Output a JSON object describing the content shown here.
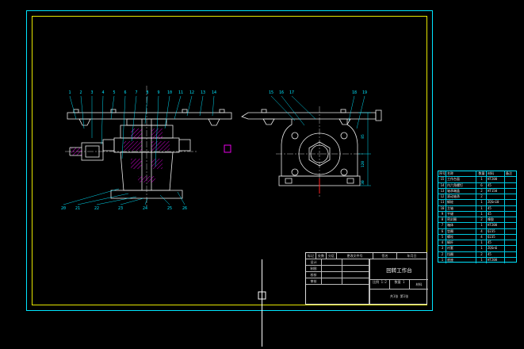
{
  "colors": {
    "background": "#000000",
    "frame_outer": "#00e5ff",
    "frame_inner": "#e6e600",
    "geometry": "#ececec",
    "callout": "#00e5ff",
    "hatch": "#ff00ff",
    "highlight": "#ff2020"
  },
  "callouts": {
    "top_left": [
      "1",
      "2",
      "3",
      "4",
      "5",
      "6",
      "7",
      "8",
      "9",
      "10",
      "11",
      "12",
      "13",
      "14"
    ],
    "top_right": [
      "15",
      "16",
      "17",
      "18",
      "19"
    ],
    "bottom_left": [
      "20",
      "21",
      "22",
      "23",
      "24",
      "25",
      "26"
    ]
  },
  "dimensions": {
    "right_view": [
      "85",
      "120",
      "30"
    ]
  },
  "bom": {
    "headers": [
      "序号",
      "名称",
      "数量",
      "材料",
      "备注"
    ],
    "rows": [
      [
        "15",
        "工作台面",
        "1",
        "HT200",
        ""
      ],
      [
        "14",
        "内六角螺钉",
        "6",
        "45",
        ""
      ],
      [
        "13",
        "轴承端盖",
        "2",
        "HT150",
        ""
      ],
      [
        "12",
        "滚动轴承",
        "2",
        "",
        ""
      ],
      [
        "11",
        "蜗轮",
        "1",
        "ZQSn10",
        ""
      ],
      [
        "10",
        "主轴",
        "1",
        "45",
        ""
      ],
      [
        "9",
        "平键",
        "1",
        "45",
        ""
      ],
      [
        "8",
        "密封圈",
        "2",
        "橡胶",
        ""
      ],
      [
        "7",
        "箱体",
        "1",
        "HT200",
        ""
      ],
      [
        "6",
        "垫圈",
        "4",
        "Q235",
        ""
      ],
      [
        "5",
        "螺栓",
        "4",
        "Q235",
        ""
      ],
      [
        "4",
        "蜗杆",
        "1",
        "45",
        ""
      ],
      [
        "3",
        "衬套",
        "1",
        "ZQSn6",
        ""
      ],
      [
        "2",
        "挡圈",
        "2",
        "45",
        ""
      ],
      [
        "1",
        "底座",
        "1",
        "HT200",
        ""
      ]
    ]
  },
  "title_block": {
    "header_cells": [
      "标记",
      "处数",
      "分区",
      "更改文件号",
      "签名",
      "年月日"
    ],
    "left_rows": [
      "设计",
      "制图",
      "校核",
      "审核"
    ],
    "name": "回转工作台",
    "scale_label": "比例",
    "scale_value": "1:2",
    "qty_label": "数量",
    "qty_value": "1",
    "material_label": "材料",
    "sheet_text": "共1张 第1张"
  }
}
